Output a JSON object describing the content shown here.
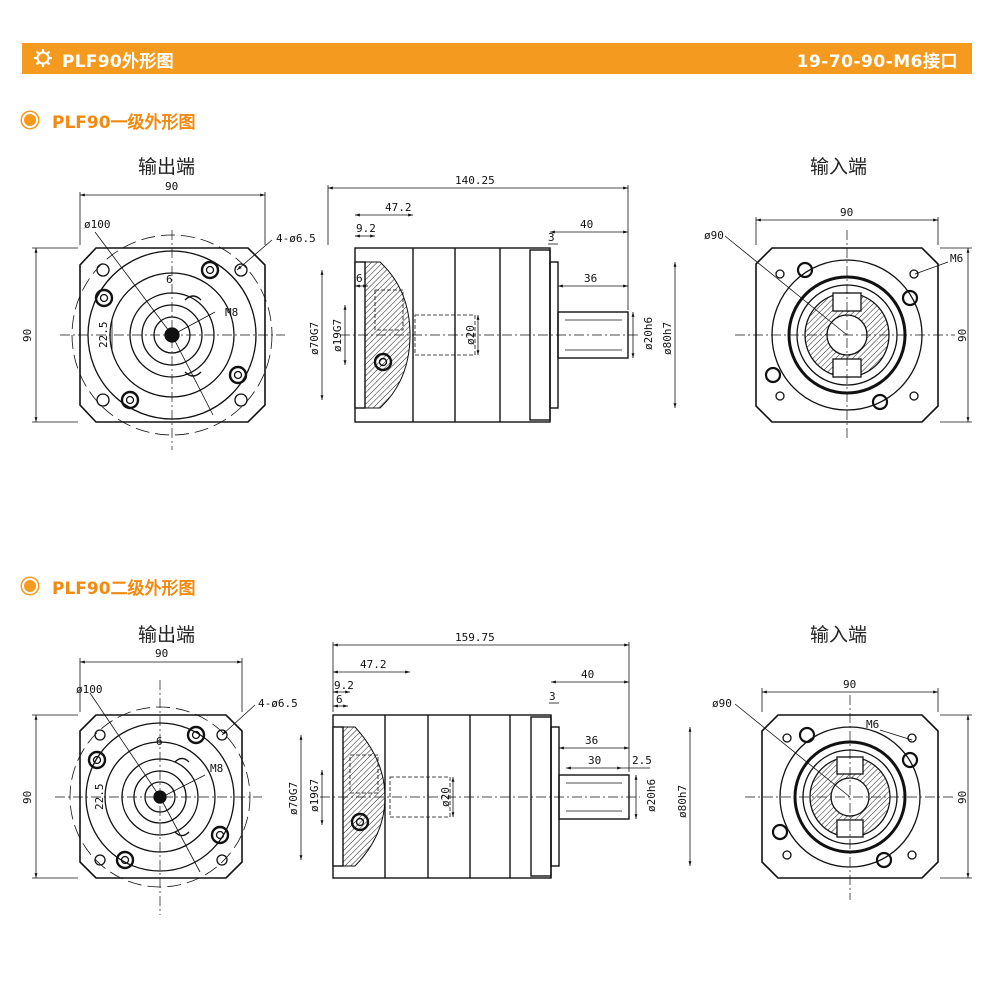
{
  "header": {
    "title": "PLF90外形图",
    "code": "19-70-90-M6接口",
    "icon": "gear-icon",
    "color": "#f49a1f"
  },
  "sections": [
    {
      "title": "PLF90一级外形图",
      "output_label": "输出端",
      "input_label": "输入端",
      "output_dims": {
        "width": "90",
        "height": "90",
        "pcd": "ø100",
        "holes": "4-ø6.5",
        "key": "6",
        "thread": "M8",
        "offset": "22.5"
      },
      "side_dims": {
        "total": "140.25",
        "flange": "47.2",
        "shoulder": "9.2",
        "step": "6",
        "shaft_len": "40",
        "gap": "3",
        "key_len": "36",
        "bore": "ø20",
        "bore_fit": "ø19G7",
        "pilot": "ø70G7",
        "shaft": "ø20h6",
        "spigot": "ø80h7"
      },
      "input_dims": {
        "width": "90",
        "height": "90",
        "pcd": "ø90",
        "thread": "M6"
      }
    },
    {
      "title": "PLF90二级外形图",
      "output_label": "输出端",
      "input_label": "输入端",
      "output_dims": {
        "width": "90",
        "height": "90",
        "pcd": "ø100",
        "holes": "4-ø6.5",
        "key": "6",
        "thread": "M8",
        "offset": "22.5"
      },
      "side_dims": {
        "total": "159.75",
        "flange": "47.2",
        "shoulder": "9.2",
        "step": "6",
        "shaft_len": "40",
        "gap": "3",
        "key_len": "36",
        "key_inner": "30",
        "key_end": "2.5",
        "bore": "ø20",
        "bore_fit": "ø19G7",
        "pilot": "ø70G7",
        "shaft": "ø20h6",
        "spigot": "ø80h7"
      },
      "input_dims": {
        "width": "90",
        "height": "90",
        "pcd": "ø90",
        "thread": "M6"
      }
    }
  ]
}
